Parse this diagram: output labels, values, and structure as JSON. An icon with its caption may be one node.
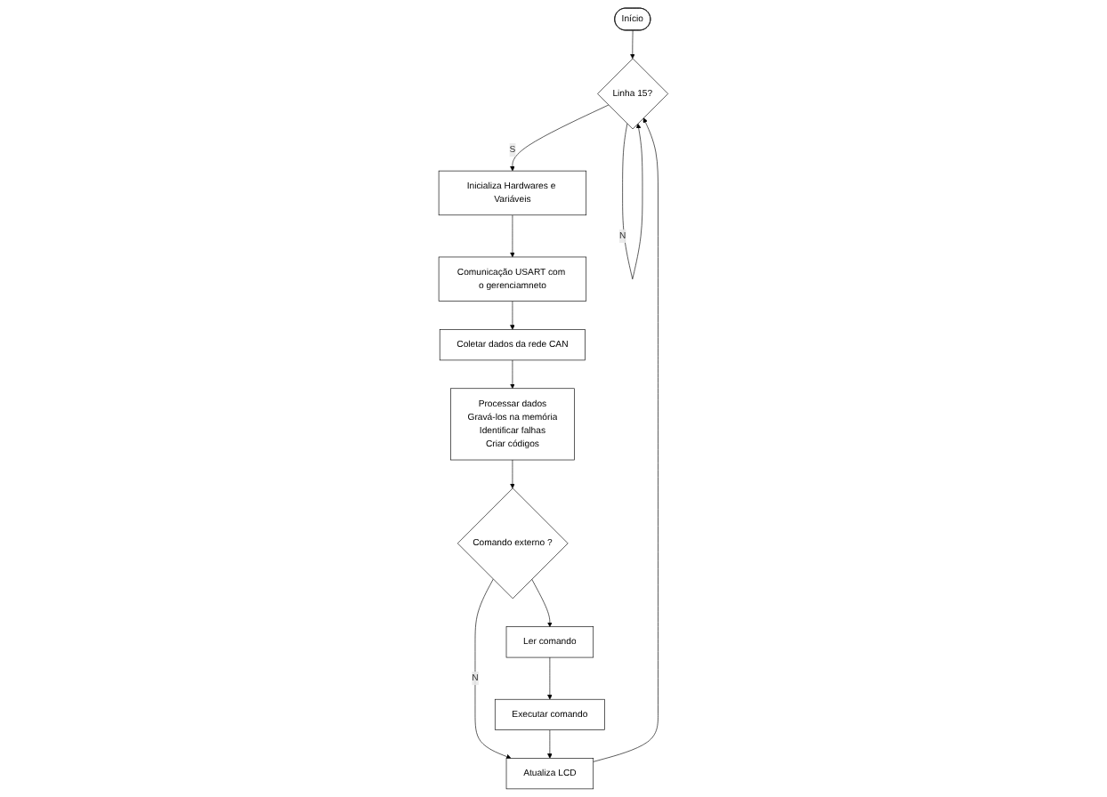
{
  "diagram": {
    "nodes": [
      {
        "text": [
          "Início"
        ]
      },
      {
        "text": [
          "Linha 15?"
        ]
      },
      {
        "text": [
          "Inicializa Hardwares e Variáveis"
        ]
      },
      {
        "text": [
          "Comunicação USART com o gerenciamneto"
        ]
      },
      {
        "text": [
          "Coletar dados da rede CAN"
        ]
      },
      {
        "text": [
          "Processar dados",
          "Gravá-los na memória",
          "Identificar falhas",
          "Criar códigos"
        ]
      },
      {
        "text": [
          "Comando externo ?"
        ]
      },
      {
        "text": [
          "Ler comando"
        ]
      },
      {
        "text": [
          "Executar comando"
        ]
      },
      {
        "text": [
          "Atualiza LCD"
        ]
      }
    ],
    "edges": [
      {
        "from": 0,
        "to": 1,
        "arrow": "to"
      },
      {
        "from": 1,
        "to": 1,
        "arrow": "to",
        "label": "N"
      },
      {
        "from": 9,
        "to": 1,
        "arrow": "to"
      },
      {
        "from": 1,
        "to": 2,
        "arrow": "to",
        "label": "S"
      },
      {
        "from": 2,
        "to": 3,
        "arrow": "to"
      },
      {
        "from": 3,
        "to": 4,
        "arrow": "to"
      },
      {
        "from": 4,
        "to": 5,
        "arrow": "to"
      },
      {
        "from": 5,
        "to": 6,
        "arrow": "to"
      },
      {
        "from": 6,
        "to": 9,
        "arrow": "to",
        "label": "N"
      },
      {
        "from": 6,
        "to": 7,
        "arrow": "to"
      },
      {
        "from": 7,
        "to": 8,
        "arrow": "to"
      },
      {
        "from": 8,
        "to": 9,
        "arrow": "to"
      }
    ]
  }
}
